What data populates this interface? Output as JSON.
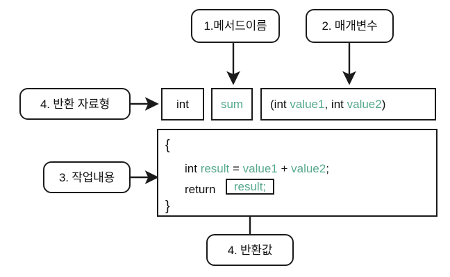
{
  "diagram": {
    "title_semantic": "java-method-anatomy-diagram",
    "accent_identifier_color": "#56a98e",
    "line_color": "#1b1b1b",
    "background": "#ffffff"
  },
  "callouts": [
    {
      "key": "method-name",
      "label": "1.메서드이름",
      "points_to": "method-name-box"
    },
    {
      "key": "parameters",
      "label": "2. 매개변수",
      "points_to": "parameters-box"
    },
    {
      "key": "body",
      "label": "3. 작업내용",
      "points_to": "method-body-box"
    },
    {
      "key": "return-type",
      "label": "4. 반환 자료형",
      "points_to": "return-type-box"
    },
    {
      "key": "return-value",
      "label": "4. 반환값",
      "points_to": "return-value-box"
    }
  ],
  "signature": {
    "return_type": "int",
    "method_name": "sum",
    "parameters_text": "(int value1, int value2)",
    "parameters_tokens": [
      {
        "t": "(",
        "kind": "punctuation"
      },
      {
        "t": "int ",
        "kind": "keyword"
      },
      {
        "t": "value1",
        "kind": "identifier"
      },
      {
        "t": ", ",
        "kind": "punctuation"
      },
      {
        "t": "int ",
        "kind": "keyword"
      },
      {
        "t": "value2",
        "kind": "identifier"
      },
      {
        "t": ")",
        "kind": "punctuation"
      }
    ]
  },
  "body": {
    "open_brace": "{",
    "close_brace": "}",
    "line1_tokens": [
      {
        "t": "int ",
        "kind": "keyword"
      },
      {
        "t": "result",
        "kind": "identifier"
      },
      {
        "t": " = ",
        "kind": "punctuation"
      },
      {
        "t": "value1",
        "kind": "identifier"
      },
      {
        "t": " + ",
        "kind": "punctuation"
      },
      {
        "t": "value2",
        "kind": "identifier"
      },
      {
        "t": ";",
        "kind": "punctuation"
      }
    ],
    "line1_text": "int result = value1 + value2;",
    "line2_keyword": "return ",
    "line2_boxed": "result;"
  },
  "icons": {
    "arrow": "arrow-head-icon"
  }
}
